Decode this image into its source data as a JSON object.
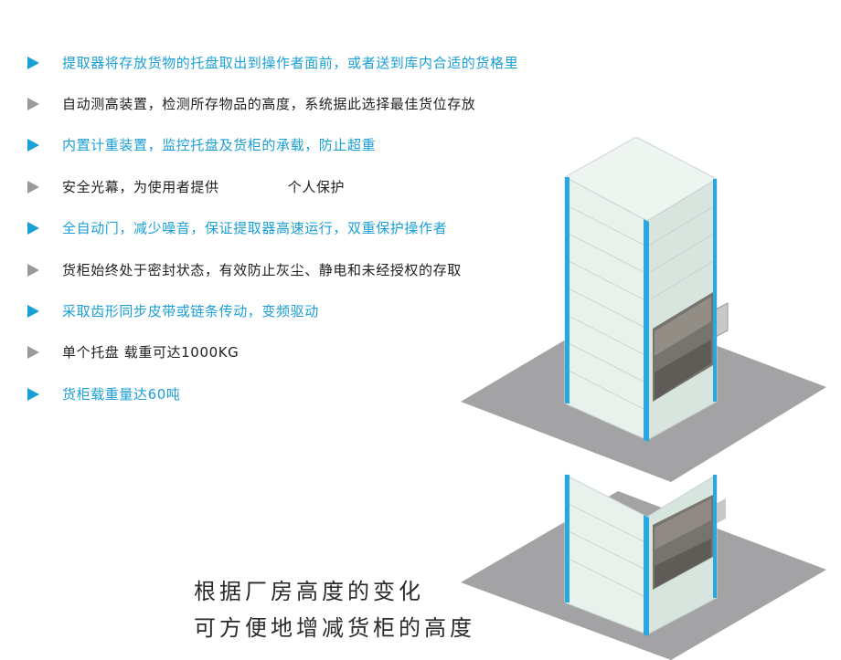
{
  "features": [
    {
      "text": "提取器将存放货物的托盘取出到操作者面前，或者送到库内合适的货格里",
      "style": "blue"
    },
    {
      "text": "自动测高装置，检测所存物品的高度，系统据此选择最佳货位存放",
      "style": "gray"
    },
    {
      "text": "内置计重装置，监控托盘及货柜的承载，防止超重",
      "style": "blue"
    },
    {
      "text": "安全光幕，为使用者提供              个人保护",
      "style": "gray"
    },
    {
      "text": "全自动门，减少噪音，保证提取器高速运行，双重保护操作者",
      "style": "blue"
    },
    {
      "text": "货柜始终处于密封状态，有效防止灰尘、静电和未经授权的存取",
      "style": "gray"
    },
    {
      "text": "采取齿形同步皮带或链条传动，变频驱动",
      "style": "blue"
    },
    {
      "text": "单个托盘 载重可达1000KG",
      "style": "gray"
    },
    {
      "text": "货柜载重量达60吨",
      "style": "blue"
    }
  ],
  "tagline": {
    "line1": "根据厂房高度的变化",
    "line2": "可方便地增减货柜的高度"
  },
  "colors": {
    "accent_blue": "#1aa0d8",
    "bullet_gray": "#9a9a9a",
    "floor_gray": "#a3a3a5",
    "cabinet_panel": "#e8f1ec"
  }
}
